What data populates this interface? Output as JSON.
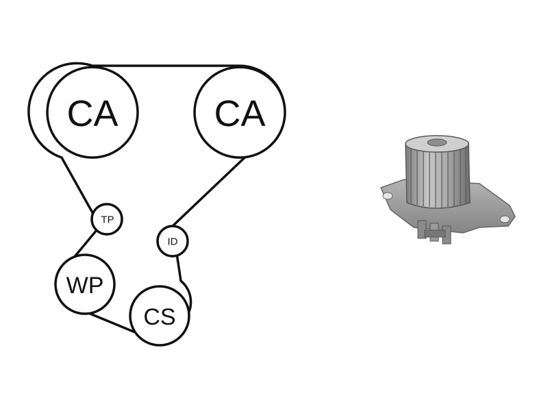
{
  "diagram": {
    "pulleys": [
      {
        "id": "cam-left",
        "label": "CA"
      },
      {
        "id": "cam-right",
        "label": "CA"
      },
      {
        "id": "tensioner",
        "label": "TP"
      },
      {
        "id": "idler",
        "label": "ID"
      },
      {
        "id": "water-pump",
        "label": "WP"
      },
      {
        "id": "crank",
        "label": "CS"
      }
    ]
  },
  "colors": {
    "line": "#111111",
    "background": "#ffffff",
    "pump_metal": "#9a9a9a"
  },
  "photo": {
    "subject": "water-pump-photo"
  }
}
